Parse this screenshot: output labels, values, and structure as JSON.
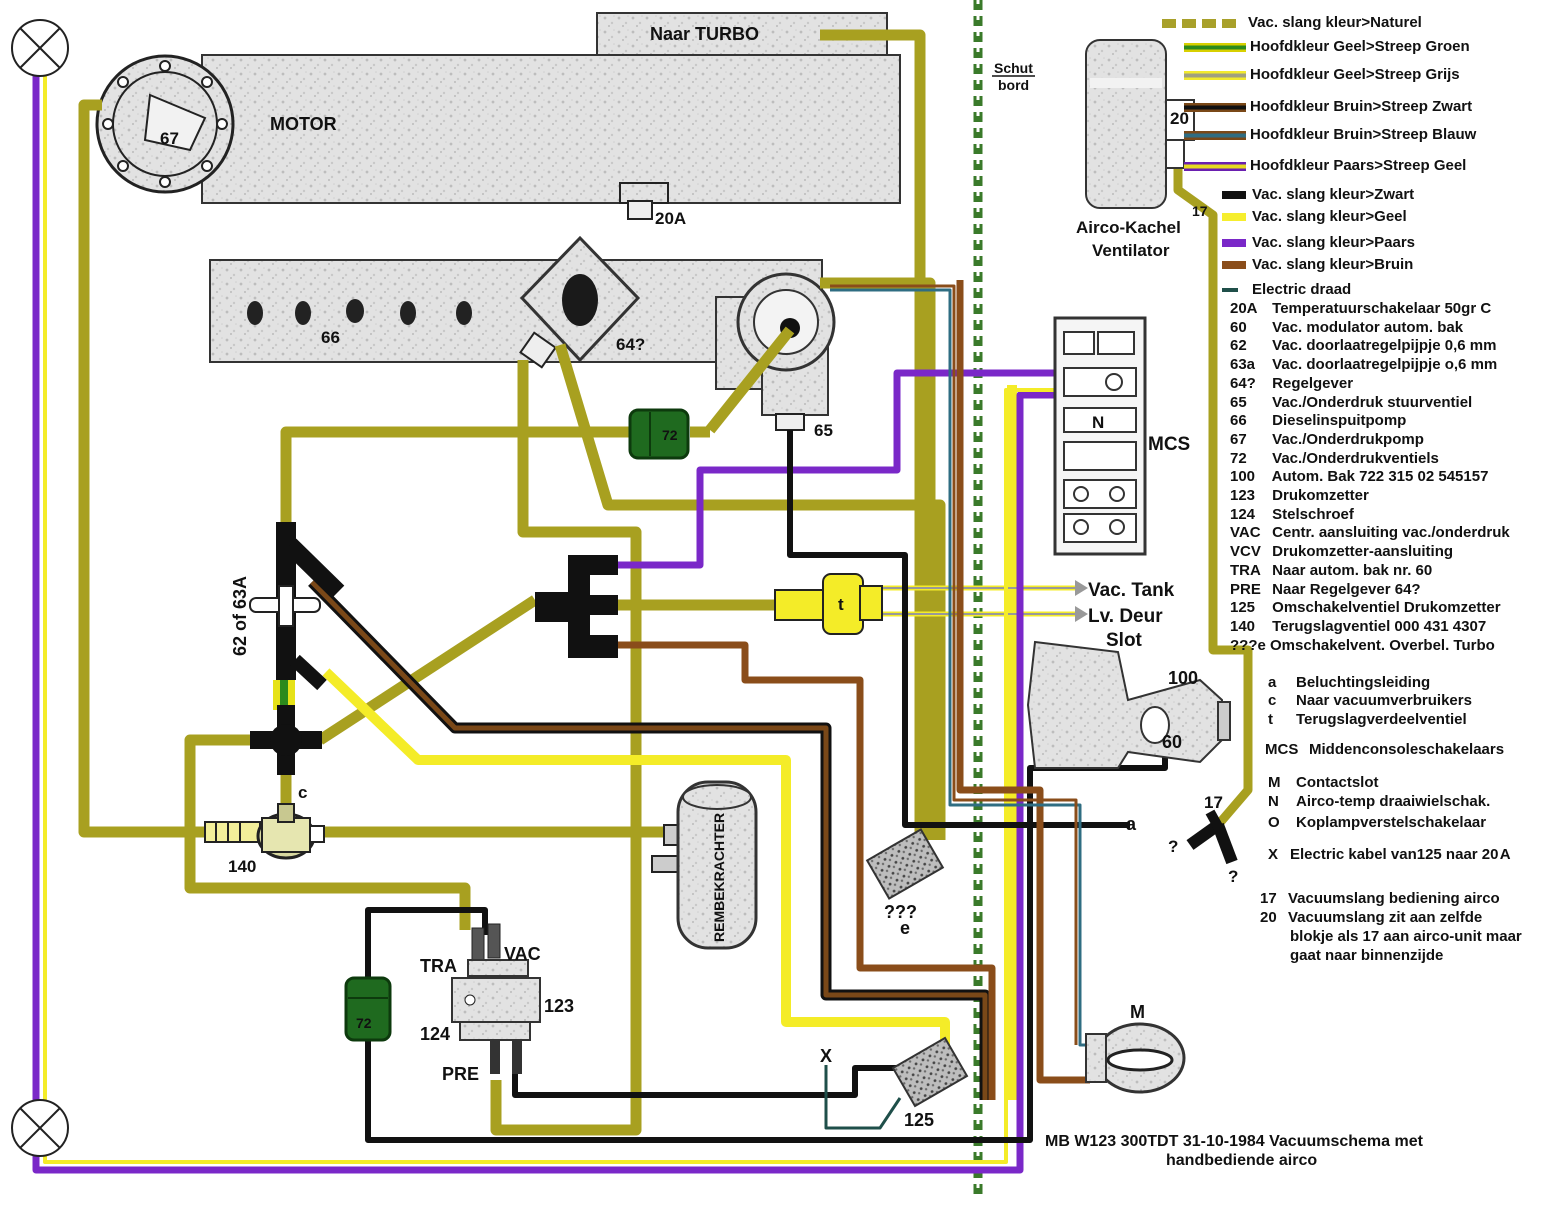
{
  "labels": {
    "motor": "MOTOR",
    "naar_turbo": "Naar TURBO",
    "pump_67": "67",
    "switch_20a": "20A",
    "pump_66": "66",
    "regulator_64": "64?",
    "valve_65": "65",
    "valve_72_top": "72",
    "valve_72_bottom": "72",
    "restrictor": "62 of 63A",
    "c": "c",
    "check_140": "140",
    "t": "t",
    "vac_tank": "Vac. Tank",
    "lv_deur": "Lv. Deur",
    "slot": "Slot",
    "brake_booster": "REMBEKRACHTER",
    "schutbord_1": "Schut",
    "schutbord_2": "bord",
    "airco_kachel_1": "Airco-Kachel",
    "airco_kachel_2": "Ventilator",
    "hose_20": "20",
    "hose_17_top": "17",
    "hose_17_bottom": "17",
    "mcs": "MCS",
    "mcs_n": "N",
    "auto_100": "100",
    "modulator_60": "60",
    "a": "a",
    "question_1": "?",
    "question_2": "?",
    "turbo_valve_1": "???",
    "turbo_valve_2": "e",
    "tra": "TRA",
    "vac": "VAC",
    "c123": "123",
    "c124": "124",
    "pre": "PRE",
    "x": "X",
    "c125": "125",
    "m": "M",
    "title_1": "MB W123 300TDT 31-10-1984 Vacuumschema met",
    "title_2": "handbediende airco"
  },
  "legend_colors": [
    {
      "text": "Vac. slang kleur>Naturel",
      "colors": [
        "#a8a02a"
      ],
      "dashed": true
    },
    {
      "text": "Hoofdkleur Geel>Streep Groen",
      "colors": [
        "#d8d000",
        "#2c8a1c"
      ]
    },
    {
      "text": "Hoofdkleur Geel>Streep Grijs",
      "colors": [
        "#f2ea2e",
        "#a0a080"
      ]
    },
    {
      "text": "Hoofdkleur Bruin>Streep Zwart",
      "colors": [
        "#7a4818",
        "#111111"
      ]
    },
    {
      "text": "Hoofdkleur Bruin>Streep Blauw",
      "colors": [
        "#7a4818",
        "#2f6d82"
      ]
    },
    {
      "text": "Hoofdkleur Paars>Streep Geel",
      "colors": [
        "#6a1fb0",
        "#e6da20"
      ]
    },
    {
      "text": "Vac. slang kleur>Zwart",
      "colors": [
        "#111111"
      ]
    },
    {
      "text": "Vac. slang kleur>Geel",
      "colors": [
        "#f6ee2e"
      ]
    },
    {
      "text": "Vac. slang kleur>Paars",
      "colors": [
        "#7a28c8"
      ]
    },
    {
      "text": "Vac. slang kleur>Bruin",
      "colors": [
        "#8a4d1a"
      ]
    },
    {
      "text": "Electric draad",
      "colors": [
        "#1f4f4a"
      ],
      "thin": true
    }
  ],
  "legend_codes": [
    {
      "code": "20A",
      "text": "Temperatuurschakelaar 50gr C"
    },
    {
      "code": "60",
      "text": "Vac. modulator autom. bak"
    },
    {
      "code": "62",
      "text": "Vac. doorlaatregelpijpje 0,6 mm"
    },
    {
      "code": "63a",
      "text": "Vac. doorlaatregelpijpje o,6 mm"
    },
    {
      "code": "64?",
      "text": "Regelgever"
    },
    {
      "code": "65",
      "text": "Vac./Onderdruk stuurventiel"
    },
    {
      "code": "66",
      "text": "Dieselinspuitpomp"
    },
    {
      "code": "67",
      "text": "Vac./Onderdrukpomp"
    },
    {
      "code": "72",
      "text": "Vac./Onderdrukventiels"
    },
    {
      "code": "100",
      "text": "Autom. Bak 722 315 02 545157"
    },
    {
      "code": "123",
      "text": "Drukomzetter"
    },
    {
      "code": "124",
      "text": "Stelschroef"
    },
    {
      "code": "VAC",
      "text": "Centr. aansluiting vac./onderdruk"
    },
    {
      "code": "VCV",
      "text": "Drukomzetter-aansluiting"
    },
    {
      "code": "TRA",
      "text": "Naar autom. bak nr. 60"
    },
    {
      "code": "PRE",
      "text": "Naar Regelgever 64?"
    },
    {
      "code": "125",
      "text": "Omschakelventiel Drukomzetter"
    },
    {
      "code": "140",
      "text": "Terugslagventiel 000 431 4307"
    },
    {
      "code": "???e",
      "text": "Omschakelvent. Overbel. Turbo"
    }
  ],
  "legend_letters": [
    {
      "code": "a",
      "text": "Beluchtingsleiding"
    },
    {
      "code": "c",
      "text": "Naar vacuumverbruikers"
    },
    {
      "code": "t",
      "text": "Terugslagverdeelventiel"
    },
    {
      "code": "MCS",
      "text": "Middenconsoleschakelaars"
    },
    {
      "code": "M",
      "text": "Contactslot"
    },
    {
      "code": "N",
      "text": "Airco-temp draaiwielschak."
    },
    {
      "code": "O",
      "text": "Koplampverstelschakelaar"
    },
    {
      "code": "X",
      "text": "Electric kabel van125 naar 20 A"
    }
  ],
  "legend_notes": [
    {
      "code": "17",
      "text": "Vacuumslang bediening airco"
    },
    {
      "code": "20",
      "text": "Vacuumslang zit aan zelfde"
    },
    {
      "code": "",
      "text": "blokje als 17 aan airco-unit maar"
    },
    {
      "code": "",
      "text": "gaat naar binnenzijde"
    }
  ]
}
